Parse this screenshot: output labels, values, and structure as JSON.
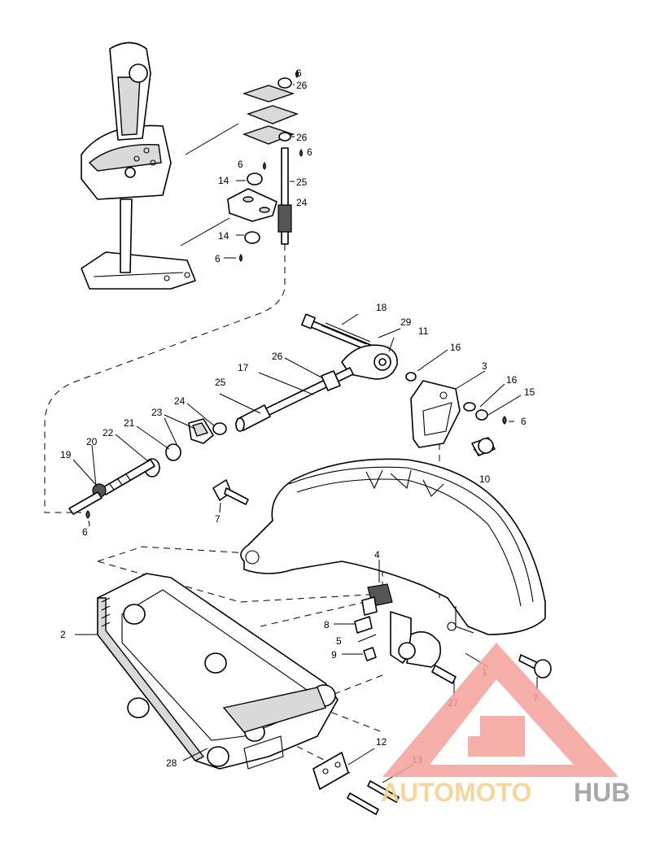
{
  "callouts": [
    {
      "id": "c-6a",
      "text": "6"
    },
    {
      "id": "c-26a",
      "text": "26"
    },
    {
      "id": "c-26b",
      "text": "26"
    },
    {
      "id": "c-6b",
      "text": "6"
    },
    {
      "id": "c-6c",
      "text": "6"
    },
    {
      "id": "c-14a",
      "text": "14"
    },
    {
      "id": "c-25a",
      "text": "25"
    },
    {
      "id": "c-24a",
      "text": "24"
    },
    {
      "id": "c-14b",
      "text": "14"
    },
    {
      "id": "c-6d",
      "text": "6"
    },
    {
      "id": "c-18",
      "text": "18"
    },
    {
      "id": "c-29",
      "text": "29"
    },
    {
      "id": "c-11",
      "text": "11"
    },
    {
      "id": "c-26c",
      "text": "26"
    },
    {
      "id": "c-16a",
      "text": "16"
    },
    {
      "id": "c-3",
      "text": "3"
    },
    {
      "id": "c-17",
      "text": "17"
    },
    {
      "id": "c-25b",
      "text": "25"
    },
    {
      "id": "c-16b",
      "text": "16"
    },
    {
      "id": "c-15",
      "text": "15"
    },
    {
      "id": "c-6e",
      "text": "6"
    },
    {
      "id": "c-24b",
      "text": "24"
    },
    {
      "id": "c-23",
      "text": "23"
    },
    {
      "id": "c-21",
      "text": "21"
    },
    {
      "id": "c-22",
      "text": "22"
    },
    {
      "id": "c-20",
      "text": "20"
    },
    {
      "id": "c-19",
      "text": "19"
    },
    {
      "id": "c-6f",
      "text": "6"
    },
    {
      "id": "c-10",
      "text": "10"
    },
    {
      "id": "c-7a",
      "text": "7"
    },
    {
      "id": "c-4",
      "text": "4"
    },
    {
      "id": "c-8",
      "text": "8"
    },
    {
      "id": "c-5",
      "text": "5"
    },
    {
      "id": "c-9",
      "text": "9"
    },
    {
      "id": "c-1",
      "text": "1"
    },
    {
      "id": "c-2",
      "text": "2"
    },
    {
      "id": "c-27",
      "text": "27"
    },
    {
      "id": "c-7b",
      "text": "7"
    },
    {
      "id": "c-12",
      "text": "12"
    },
    {
      "id": "c-13",
      "text": "13"
    },
    {
      "id": "c-28",
      "text": "28"
    }
  ],
  "watermark": {
    "text_part1": "AUTOMOTO",
    "text_part2": "HUB",
    "color_primary": "#f4a29a",
    "color_accent": "#f5d08a",
    "color_secondary": "#9a9a9a"
  }
}
